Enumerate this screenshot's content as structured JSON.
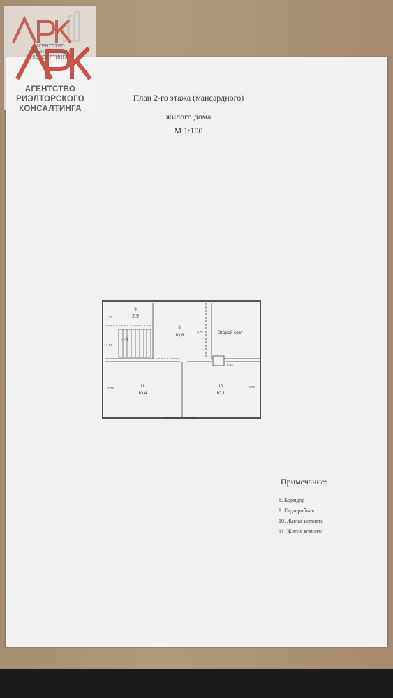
{
  "logo": {
    "small_text": [
      "АГЕНТСТВО",
      "РИЭЛТОРСКОГО",
      "КОНСАЛТИНГА"
    ],
    "big_text": [
      "АГЕНТСТВО",
      "РИЭЛТОРСКОГО",
      "КОНСАЛТИНГА"
    ],
    "colors": {
      "accent": "#c0392b",
      "text": "#5e5e5e"
    }
  },
  "document": {
    "title_lines": [
      "План 2-го этажа (мансардного)",
      "жилого дома",
      "М 1:100"
    ],
    "plan": {
      "rooms": [
        {
          "number": "9",
          "area": "2,9"
        },
        {
          "number": "8",
          "area": "10,8"
        },
        {
          "number": "",
          "area": "",
          "label": "Второй свет"
        },
        {
          "number": "11",
          "area": "10,4"
        },
        {
          "number": "10",
          "area": "10,1"
        }
      ],
      "dimensions": [
        "1,27",
        "1,57",
        "2,79",
        "2,79",
        "0,44",
        "2,79"
      ]
    },
    "notes_heading": "Примечание:",
    "notes": [
      "8. Коридор",
      "9. Гардеробная",
      "10. Жилая комната",
      "11. Жилая комната"
    ]
  }
}
